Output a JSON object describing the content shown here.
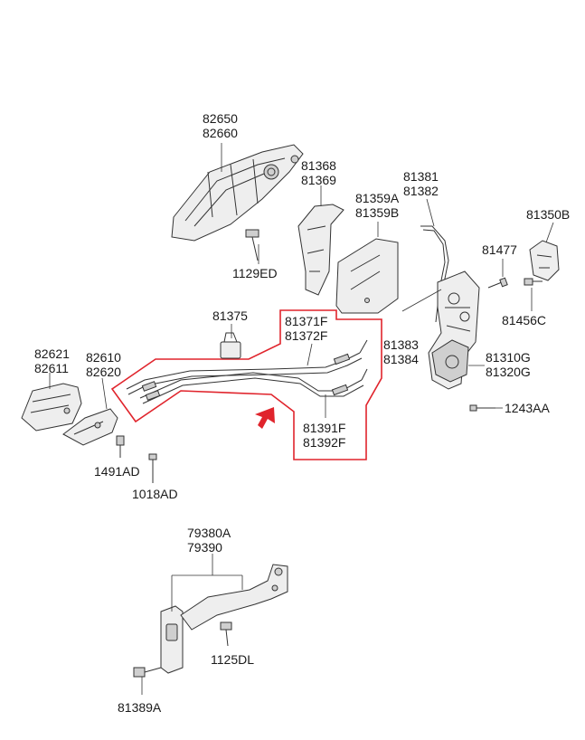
{
  "callouts": {
    "c82650": [
      "82650",
      "82660"
    ],
    "c81368": [
      "81368",
      "81369"
    ],
    "c81381": [
      "81381",
      "81382"
    ],
    "c81359": [
      "81359A",
      "81359B"
    ],
    "c81350": [
      "81350B"
    ],
    "c81477": [
      "81477"
    ],
    "c1129": [
      "1129ED"
    ],
    "c81456": [
      "81456C"
    ],
    "c81375": [
      "81375"
    ],
    "c81371": [
      "81371F",
      "81372F"
    ],
    "c81383": [
      "81383",
      "81384"
    ],
    "c81310": [
      "81310G",
      "81320G"
    ],
    "c82621": [
      "82621",
      "82611"
    ],
    "c82610": [
      "82610",
      "82620"
    ],
    "c1243": [
      "1243AA"
    ],
    "c81391": [
      "81391F",
      "81392F"
    ],
    "c1491": [
      "1491AD"
    ],
    "c1018": [
      "1018AD"
    ],
    "c79380": [
      "79380A",
      "79390"
    ],
    "c1125": [
      "1125DL"
    ],
    "c81389": [
      "81389A"
    ]
  },
  "colors": {
    "highlight": "#e0242c",
    "arrow": "#e0242c"
  }
}
